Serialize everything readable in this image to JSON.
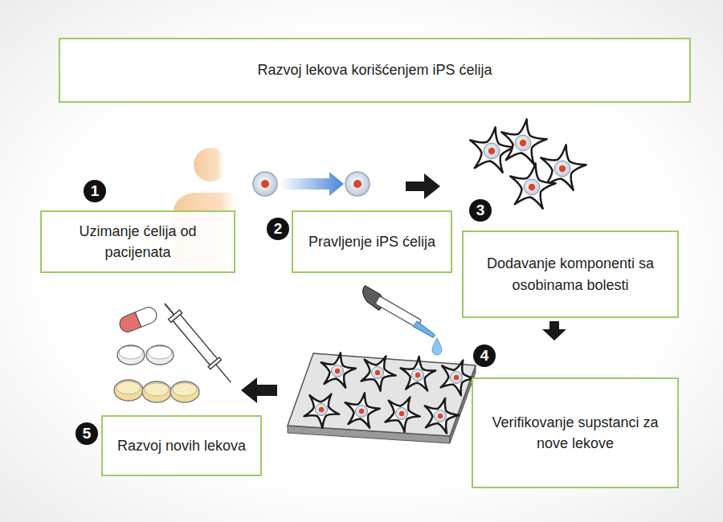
{
  "diagram": {
    "title": "Razvoj lekova korišćenjem iPS ćelija",
    "nodes": [
      {
        "text": [
          "Uzimanje ćelija od pacijenata"
        ]
      },
      {
        "text": [
          "Pravljenje iPS ćelija"
        ]
      },
      {
        "text": [
          "Dodavanje komponenti sa osobinama bolesti"
        ]
      },
      {
        "text": [
          "Verifikovanje supstanci za nove lekove"
        ]
      },
      {
        "text": [
          "Razvoj novih lekova"
        ]
      }
    ],
    "labels": [
      "1",
      "2",
      "3",
      "4",
      "5"
    ]
  }
}
